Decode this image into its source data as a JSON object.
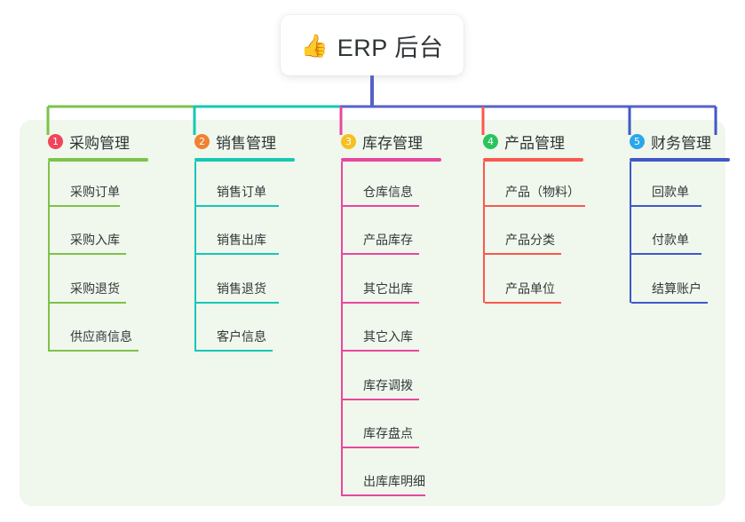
{
  "root": {
    "icon": "thumbs-up-emoji",
    "emoji": "👍",
    "title": "ERP 后台"
  },
  "palette": {
    "panel_bg": "#F0F7EC",
    "page_bg": "#FFFFFF",
    "root_line": "#5561C8",
    "green": "#7DC24B",
    "teal": "#18C7B6",
    "magenta": "#E8479E",
    "red": "#F9584F",
    "blue": "#4058C8"
  },
  "columns": [
    {
      "index": "1",
      "badge_number": "❶",
      "badge_label": "1",
      "badge_color": "#F0455B",
      "line_color": "#7DC24B",
      "title": "采购管理",
      "rule_width": 113,
      "leaves": [
        {
          "label": "采购订单",
          "rule_width": 79
        },
        {
          "label": "采购入库",
          "rule_width": 86
        },
        {
          "label": "采购退货",
          "rule_width": 86
        },
        {
          "label": "供应商信息",
          "rule_width": 100
        }
      ]
    },
    {
      "index": "2",
      "badge_number": "❷",
      "badge_label": "2",
      "badge_color": "#F08130",
      "line_color": "#18C7B6",
      "title": "销售管理",
      "rule_width": 113,
      "leaves": [
        {
          "label": "销售订单",
          "rule_width": 93
        },
        {
          "label": "销售出库",
          "rule_width": 93
        },
        {
          "label": "销售退货",
          "rule_width": 93
        },
        {
          "label": "客户信息",
          "rule_width": 86
        }
      ]
    },
    {
      "index": "3",
      "badge_number": "❸",
      "badge_label": "3",
      "badge_color": "#F5C022",
      "line_color": "#E8479E",
      "title": "库存管理",
      "rule_width": 113,
      "leaves": [
        {
          "label": "仓库信息",
          "rule_width": 86
        },
        {
          "label": "产品库存",
          "rule_width": 86
        },
        {
          "label": "其它出库",
          "rule_width": 86
        },
        {
          "label": "其它入库",
          "rule_width": 86
        },
        {
          "label": "库存调拨",
          "rule_width": 86
        },
        {
          "label": "库存盘点",
          "rule_width": 86
        },
        {
          "label": "出库库明细",
          "rule_width": 93
        }
      ]
    },
    {
      "index": "4",
      "badge_number": "❹",
      "badge_label": "4",
      "badge_color": "#29C45E",
      "line_color": "#F9584F",
      "title": "产品管理",
      "rule_width": 113,
      "leaves": [
        {
          "label": "产品（物料）",
          "rule_width": 113
        },
        {
          "label": "产品分类",
          "rule_width": 86
        },
        {
          "label": "产品单位",
          "rule_width": 86
        }
      ]
    },
    {
      "index": "5",
      "badge_number": "❺",
      "badge_label": "5",
      "badge_color": "#2BA7EA",
      "line_color": "#4058C8",
      "title": "财务管理",
      "rule_width": 113,
      "leaves": [
        {
          "label": "回款单",
          "rule_width": 79
        },
        {
          "label": "付款单",
          "rule_width": 79
        },
        {
          "label": "结算账户",
          "rule_width": 86
        }
      ]
    }
  ]
}
